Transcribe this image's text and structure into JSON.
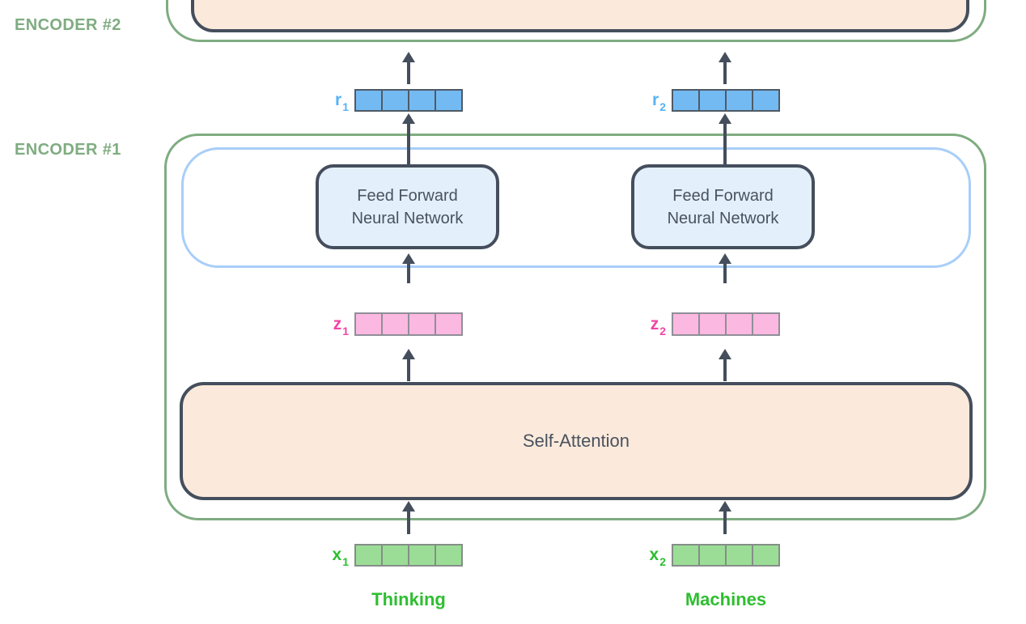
{
  "labels": {
    "encoder2": "ENCODER #2",
    "encoder1": "ENCODER #1"
  },
  "blocks": {
    "ffnn_line1": "Feed Forward",
    "ffnn_line2": "Neural Network",
    "self_attention": "Self-Attention"
  },
  "vectors": {
    "r1": {
      "base": "r",
      "sub": "1",
      "cells": 4
    },
    "r2": {
      "base": "r",
      "sub": "2",
      "cells": 4
    },
    "z1": {
      "base": "z",
      "sub": "1",
      "cells": 4
    },
    "z2": {
      "base": "z",
      "sub": "2",
      "cells": 4
    },
    "x1": {
      "base": "x",
      "sub": "1",
      "cells": 4
    },
    "x2": {
      "base": "x",
      "sub": "2",
      "cells": 4
    }
  },
  "words": {
    "word1": "Thinking",
    "word2": "Machines"
  },
  "colors": {
    "green": "#7FAC81",
    "dark": "#454E5C",
    "peach": "#FBEADB",
    "ffnnFill": "#E3F0FC",
    "ffnnBlue": "#A8CEF8",
    "rCell": "#74BAF2",
    "rLabel": "#56B2F6",
    "zCell": "#FBB8E1",
    "zLabel": "#F243A5",
    "xCell": "#9BDD96",
    "xLabel": "#2EBE30",
    "wordGreen": "#2EBE30",
    "textDark": "#4A5260"
  }
}
